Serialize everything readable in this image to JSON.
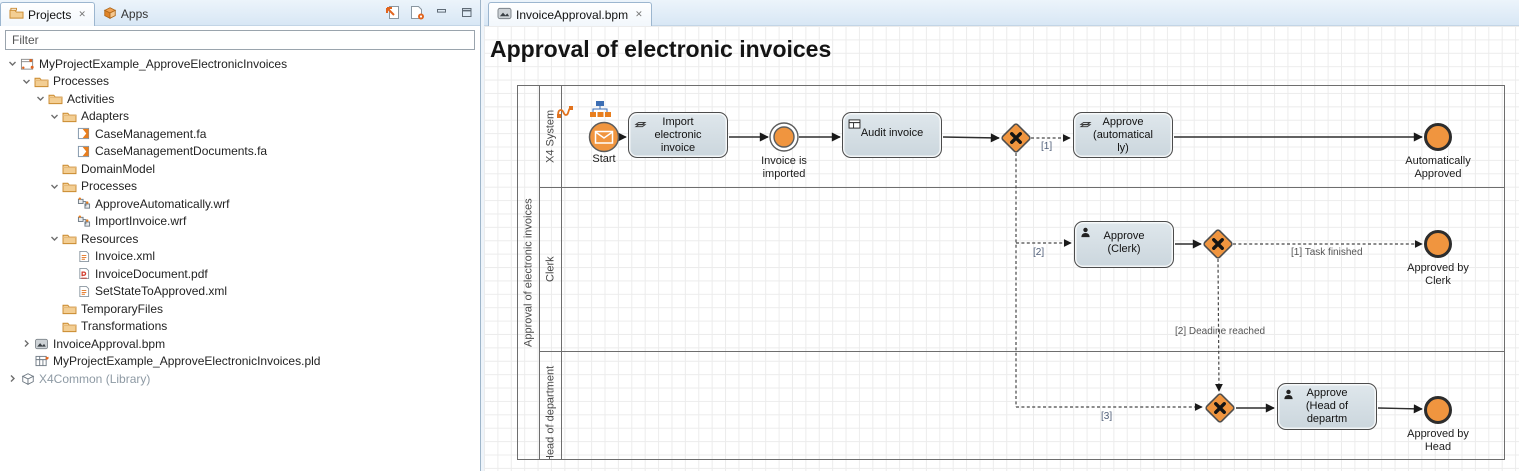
{
  "colors": {
    "accent_orange": "#F0953F",
    "task_fill_top": "#DFE7EC",
    "task_fill_bottom": "#CBD6DD",
    "lane_border": "#6E6E6E",
    "grid": "#ECECEC",
    "tab_strip": "#D8E7F5"
  },
  "left_panel": {
    "tabs": [
      {
        "label": "Projects",
        "active": true,
        "icon": "projects-tab-icon",
        "close": "✕"
      },
      {
        "label": "Apps",
        "active": false,
        "icon": "apps-tab-icon"
      }
    ],
    "toolbar_icons": [
      "link-with-editor-icon",
      "new-bpm-file-icon",
      "minimize-icon",
      "maximize-icon"
    ],
    "filter_placeholder": "Filter",
    "tree": [
      {
        "level": 0,
        "chevron": "expanded",
        "icon": "project-icon",
        "label": "MyProjectExample_ApproveElectronicInvoices"
      },
      {
        "level": 1,
        "chevron": "expanded",
        "icon": "folder-icon",
        "label": "Processes"
      },
      {
        "level": 2,
        "chevron": "expanded",
        "icon": "folder-icon",
        "label": "Activities"
      },
      {
        "level": 3,
        "chevron": "expanded",
        "icon": "folder-icon",
        "label": "Adapters"
      },
      {
        "level": 4,
        "chevron": "none",
        "icon": "fa-file-icon",
        "label": "CaseManagement.fa"
      },
      {
        "level": 4,
        "chevron": "none",
        "icon": "fa-file-icon",
        "label": "CaseManagementDocuments.fa"
      },
      {
        "level": 3,
        "chevron": "none",
        "icon": "folder-icon",
        "label": "DomainModel"
      },
      {
        "level": 3,
        "chevron": "expanded",
        "icon": "folder-icon",
        "label": "Processes"
      },
      {
        "level": 4,
        "chevron": "none",
        "icon": "wrf-file-icon",
        "label": "ApproveAutomatically.wrf"
      },
      {
        "level": 4,
        "chevron": "none",
        "icon": "wrf-file-icon",
        "label": "ImportInvoice.wrf"
      },
      {
        "level": 3,
        "chevron": "expanded",
        "icon": "folder-icon",
        "label": "Resources"
      },
      {
        "level": 4,
        "chevron": "none",
        "icon": "xml-file-icon",
        "label": "Invoice.xml"
      },
      {
        "level": 4,
        "chevron": "none",
        "icon": "pdf-file-icon",
        "label": "InvoiceDocument.pdf"
      },
      {
        "level": 4,
        "chevron": "none",
        "icon": "xml-file-icon",
        "label": "SetStateToApproved.xml"
      },
      {
        "level": 3,
        "chevron": "none",
        "icon": "folder-icon",
        "label": "TemporaryFiles"
      },
      {
        "level": 3,
        "chevron": "none",
        "icon": "folder-icon",
        "label": "Transformations"
      },
      {
        "level": 1,
        "chevron": "collapsed",
        "icon": "bpm-file-icon",
        "label": "InvoiceApproval.bpm"
      },
      {
        "level": 1,
        "chevron": "none",
        "icon": "pld-file-icon",
        "label": "MyProjectExample_ApproveElectronicInvoices.pld"
      },
      {
        "level": 0,
        "chevron": "collapsed",
        "icon": "library-icon",
        "label": "X4Common (Library)",
        "muted": true
      }
    ]
  },
  "editor": {
    "tab": {
      "label": "InvoiceApproval.bpm",
      "icon": "bpm-file-icon",
      "close": "✕"
    },
    "title": "Approval of electronic invoices",
    "pool": {
      "label": "Approval of electronic invoices",
      "lanes": [
        "X4 System",
        "Clerk",
        "Head of department"
      ]
    },
    "nodes": {
      "start": {
        "label": "Start"
      },
      "import_task": {
        "lines": [
          "Import",
          "electronic",
          "invoice"
        ]
      },
      "invoice_imported": {
        "label": "Invoice is\nimported"
      },
      "audit_task": {
        "lines": [
          "Audit invoice"
        ]
      },
      "approve_auto_task": {
        "lines": [
          "Approve",
          "(automatical",
          "ly)"
        ]
      },
      "auto_approved": {
        "label": "Automatically\nApproved"
      },
      "approve_clerk_task": {
        "lines": [
          "Approve",
          "(Clerk)"
        ]
      },
      "approved_by_clerk": {
        "label": "Approved by\nClerk"
      },
      "approve_head_task": {
        "lines": [
          "Approve",
          "(Head of",
          "departm"
        ]
      },
      "approved_by_head": {
        "label": "Approved by\nHead"
      }
    },
    "edge_labels": {
      "branch1": "[1]",
      "branch2": "[2]",
      "branch3": "[3]",
      "task_finished": "[1] Task finished",
      "deadline_reached": "[2] Deadine reached"
    }
  }
}
